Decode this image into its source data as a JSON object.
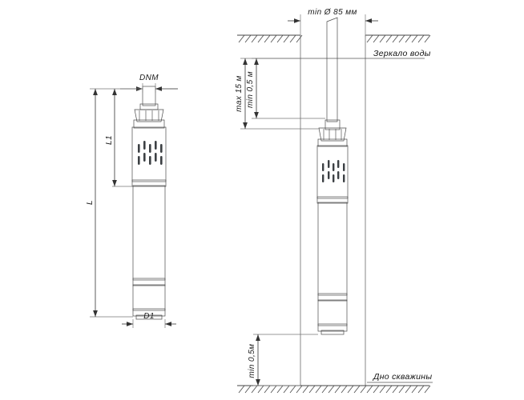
{
  "drawing": {
    "title": "Submersible borehole pump installation diagram",
    "background": "#ffffff",
    "line_color": "#4a4a4a"
  },
  "left_view": {
    "name": "pump-dimensions-view",
    "labels": {
      "dnm": "DNM",
      "l1": "L1",
      "l": "L",
      "d1": "D1"
    }
  },
  "right_view": {
    "name": "well-installation-view",
    "labels": {
      "bore_diameter": "min Ø 85 мм",
      "max_depth": "max 15 м",
      "min_submersion": "min 0,5 м",
      "bottom_clearance": "min 0,5м",
      "water_level": "Зеркало воды",
      "well_bottom": "Дно скважины"
    }
  },
  "icons": {
    "arrow": "dimension-arrow",
    "hatch": "ground-hatching"
  },
  "colors": {
    "metal_light": "#f2f2f2",
    "metal_mid": "#b9bcbf",
    "metal_dark": "#7d8184",
    "ink": "#1a1a1a"
  }
}
